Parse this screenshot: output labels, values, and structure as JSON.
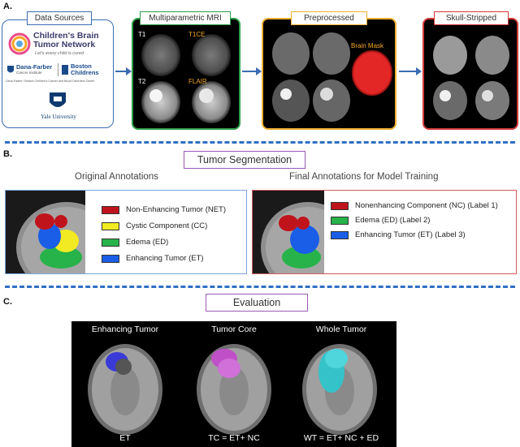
{
  "section_a": {
    "letter": "A.",
    "data_sources": "Data Sources",
    "cbtn_name_1": "Children's Brain",
    "cbtn_name_2": "Tumor Network",
    "cbtn_tagline": "Let's every child is cured",
    "dana_farber": "Dana-Farber",
    "dana_farber_sub": "Cancer Institute",
    "boston": "Boston",
    "childrens": "Childrens",
    "dfbc_line": "Dana-Farber / Boston Children's Cancer and Blood Disorders Center",
    "yale": "Yale University",
    "mri_title": "Multiparametric MRI",
    "mri_labels": [
      "T1",
      "T1CE",
      "T2",
      "FLAIR"
    ],
    "pre_title": "Preprocessed",
    "brain_mask": "Brain Mask",
    "skull_title": "Skull-Stripped"
  },
  "section_b": {
    "letter": "B.",
    "title": "Tumor Segmentation",
    "orig_title": "Original Annotations",
    "final_title": "Final Annotations for Model Training",
    "orig_legend": [
      {
        "label": "Non-Enhancing Tumor (NET)",
        "color": "#c0141c"
      },
      {
        "label": "Cystic Component (CC)",
        "color": "#f2ea22"
      },
      {
        "label": "Edema (ED)",
        "color": "#27b34a"
      },
      {
        "label": "Enhancing Tumor (ET)",
        "color": "#1a5ee8"
      }
    ],
    "final_legend": [
      {
        "label": "Nonenhancing Component (NC) (Label 1)",
        "color": "#c0141c"
      },
      {
        "label": "Edema (ED) (Label 2)",
        "color": "#27b34a"
      },
      {
        "label": "Enhancing Tumor (ET) (Label 3)",
        "color": "#1a5ee8"
      }
    ]
  },
  "section_c": {
    "letter": "C.",
    "title": "Evaluation",
    "panels": [
      {
        "title": "Enhancing Tumor",
        "formula": "ET",
        "color": "#3a3ad8"
      },
      {
        "title": "Tumor Core",
        "formula": "TC = ET+ NC",
        "color": "#c050c8"
      },
      {
        "title": "Whole Tumor",
        "formula": "WT = ET+ NC + ED",
        "color": "#35c3c9"
      }
    ]
  },
  "colors": {
    "accent_blue": "#2f6fc4",
    "purple_border": "#9b59b6",
    "green_border": "#2e9e4a",
    "orange_border": "#f0b030",
    "red_border": "#d43a3a",
    "mri_label_orange": "#f5a623"
  }
}
